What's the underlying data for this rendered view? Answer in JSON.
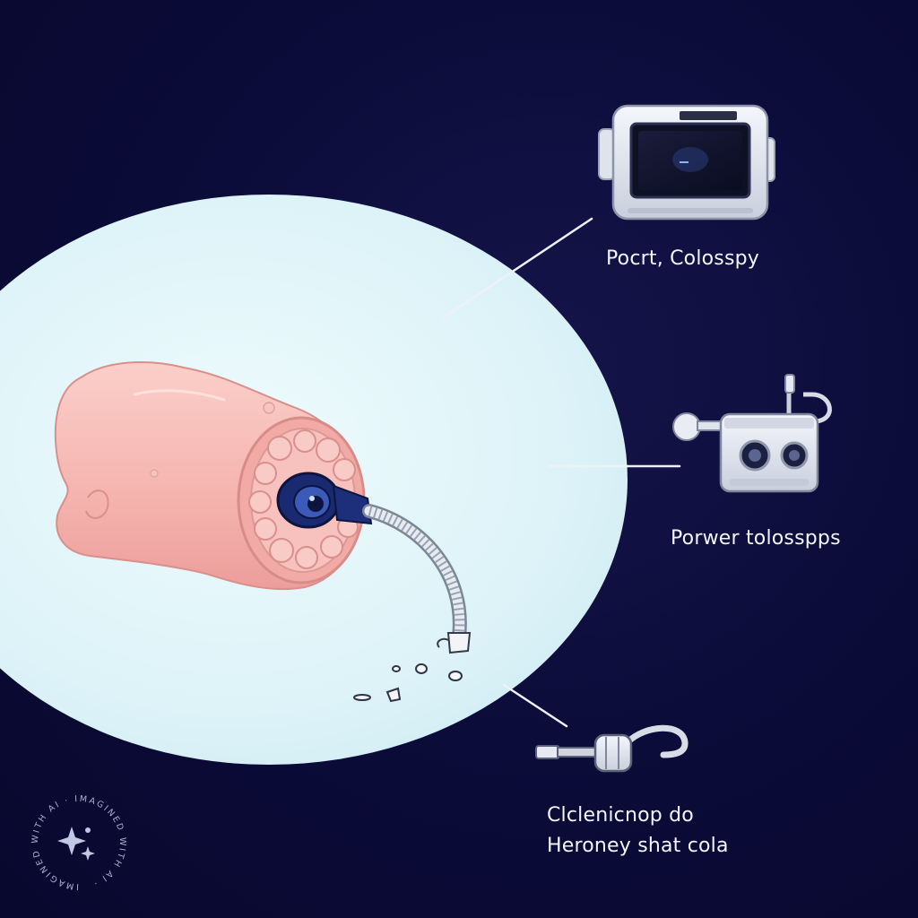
{
  "callouts": [
    {
      "id": "portable-unit",
      "label": "Pocrt, Colosspy",
      "icon": "portable-monitor-icon"
    },
    {
      "id": "power-unit",
      "label": "Porwer tolosspps",
      "icon": "camera-processor-icon"
    },
    {
      "id": "connector",
      "label_lines": [
        "Clclenicnop do",
        "Heroney shat cola"
      ],
      "icon": "cable-connector-icon"
    }
  ],
  "watermark": {
    "text": "IMAGINED WITH AI · IMAGINED WITH AI ·",
    "icon": "sparkle-icon"
  },
  "colors": {
    "background": "#0c0c3c",
    "spotlight": "#e2f7fb",
    "tissue": "#f6b8b4",
    "tissue_inner": "#f3a9a6",
    "scope_blue": "#1d2f7a",
    "device_body": "#e6e9f2",
    "label_text": "#f2f4fa"
  }
}
